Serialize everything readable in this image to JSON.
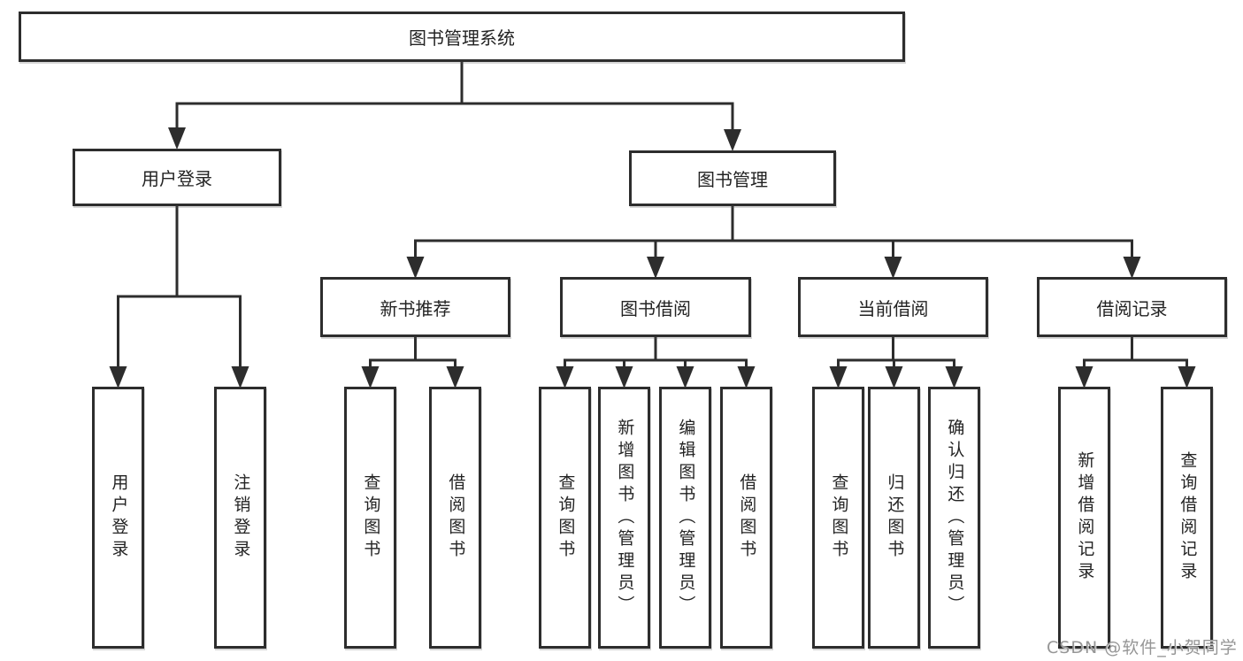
{
  "diagram": {
    "type": "tree",
    "root": {
      "label": "图书管理系统"
    },
    "level2": [
      {
        "label": "用户登录"
      },
      {
        "label": "图书管理"
      }
    ],
    "level3": [
      {
        "label": "新书推荐",
        "parent": "图书管理"
      },
      {
        "label": "图书借阅",
        "parent": "图书管理"
      },
      {
        "label": "当前借阅",
        "parent": "图书管理"
      },
      {
        "label": "借阅记录",
        "parent": "图书管理"
      }
    ],
    "leaves": [
      {
        "label": "用户登录",
        "parent": "用户登录"
      },
      {
        "label": "注销登录",
        "parent": "用户登录"
      },
      {
        "label": "查询图书",
        "parent": "新书推荐"
      },
      {
        "label": "借阅图书",
        "parent": "新书推荐"
      },
      {
        "label": "查询图书",
        "parent": "图书借阅"
      },
      {
        "label": "新增图书（管理员）",
        "parent": "图书借阅"
      },
      {
        "label": "编辑图书（管理员）",
        "parent": "图书借阅"
      },
      {
        "label": "借阅图书",
        "parent": "图书借阅"
      },
      {
        "label": "查询图书",
        "parent": "当前借阅"
      },
      {
        "label": "归还图书",
        "parent": "当前借阅"
      },
      {
        "label": "确认归还（管理员）",
        "parent": "当前借阅"
      },
      {
        "label": "新增借阅记录",
        "parent": "借阅记录"
      },
      {
        "label": "查询借阅记录",
        "parent": "借阅记录"
      }
    ]
  },
  "watermark": {
    "text": "CSDN @软件_小贺同学"
  },
  "colors": {
    "background": "#ffffff",
    "line": "#2d2d2d",
    "box_border": "#2d2d2d",
    "text": "#232323",
    "watermark": "#969696"
  }
}
